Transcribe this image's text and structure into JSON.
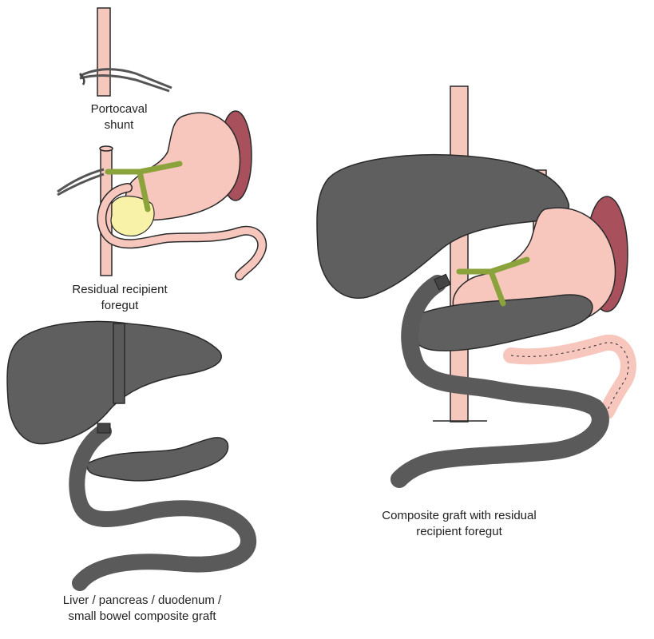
{
  "captions": {
    "portocaval_shunt": "Portocaval\nshunt",
    "residual_foregut": "Residual recipient\nforegut",
    "donor_graft": "Liver / pancreas / duodenum /\nsmall bowel composite graft",
    "composite_graft": "Composite graft with residual\nrecipient foregut"
  },
  "colors": {
    "donor_organ": "#5f5f5f",
    "recipient_tissue": "#f7c6bd",
    "spleen": "#a8505c",
    "portal_vein": "#8aa33a",
    "pancreas_remnant": "#f8f2a8",
    "vessel": "#f5c7bd",
    "outline": "#2a2a2a"
  }
}
